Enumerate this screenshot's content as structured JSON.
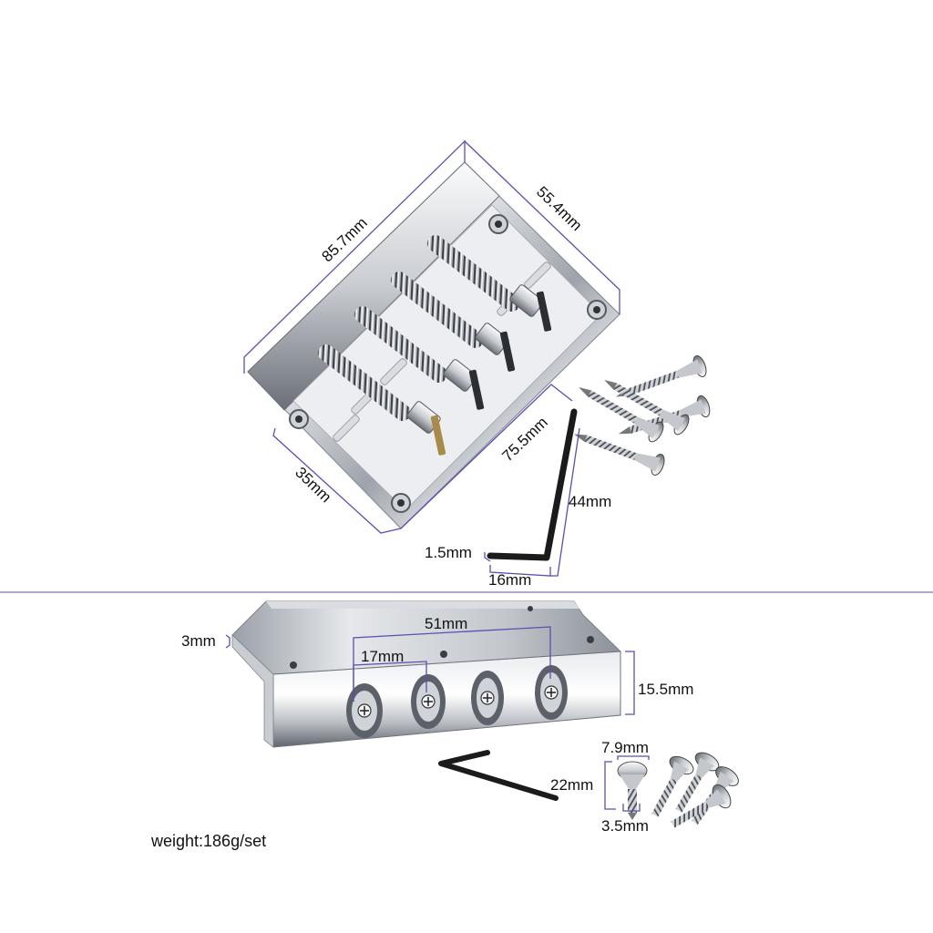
{
  "top_view": {
    "dimensions": {
      "length": "85.7mm",
      "width": "55.4mm",
      "inner_length": "75.5mm",
      "end_width": "35mm"
    },
    "allen_key": {
      "arm_long": "44mm",
      "thickness": "1.5mm",
      "arm_short": "16mm"
    }
  },
  "side_view": {
    "dimensions": {
      "plate_thickness": "3mm",
      "saddle_span": "51mm",
      "saddle_spacing": "17mm",
      "height": "15.5mm"
    },
    "screw": {
      "head_diameter": "7.9mm",
      "length": "22mm",
      "shank_diameter": "3.5mm"
    }
  },
  "weight_label": "weight:186g/set",
  "colors": {
    "dimension_line": "#5b4fb0",
    "divider": "#7a6fc4",
    "chrome_light": "#f4f5f7",
    "chrome_dark": "#3c3f45",
    "allen_key": "#1b1b1b"
  }
}
